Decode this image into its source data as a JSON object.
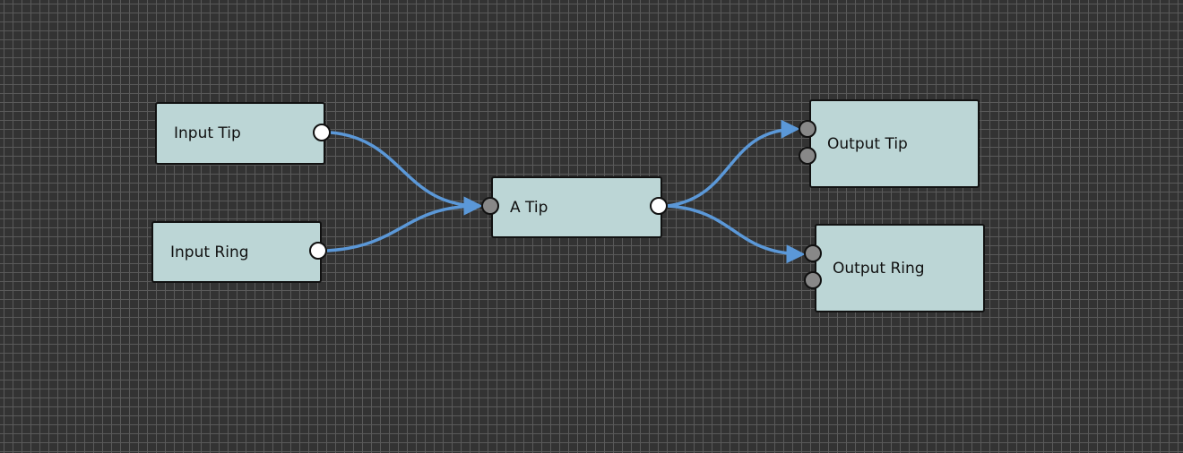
{
  "nodes": [
    {
      "id": "input-tip",
      "label": "Input Tip"
    },
    {
      "id": "input-ring",
      "label": "Input Ring"
    },
    {
      "id": "a-tip",
      "label": "A Tip"
    },
    {
      "id": "output-tip",
      "label": "Output Tip"
    },
    {
      "id": "output-ring",
      "label": "Output Ring"
    }
  ],
  "edges": [
    {
      "from": "input-tip",
      "to": "a-tip"
    },
    {
      "from": "input-ring",
      "to": "a-tip"
    },
    {
      "from": "a-tip",
      "to": "output-tip"
    },
    {
      "from": "a-tip",
      "to": "output-ring"
    }
  ],
  "colors": {
    "edge": "#5b98d8",
    "node": "#bcd6d6"
  }
}
